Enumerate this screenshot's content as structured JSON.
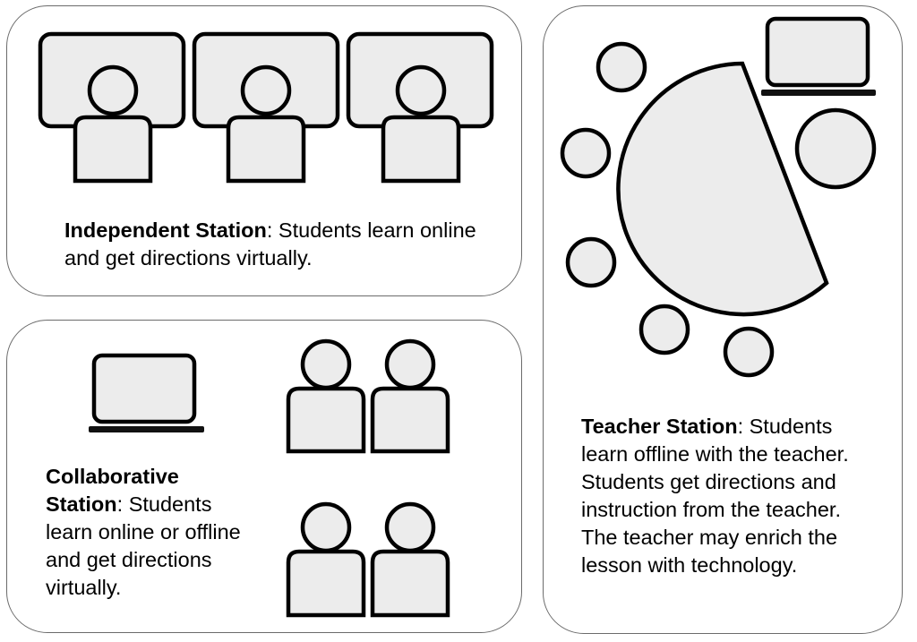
{
  "independent": {
    "title": "Independent Station",
    "description": ": Students learn online and get directions virtually."
  },
  "collaborative": {
    "title": "Collaborative Station",
    "description": ": Students learn online or offline and get directions virtually."
  },
  "teacher": {
    "title": "Teacher Station",
    "description": ": Students learn offline with the teacher. Students get directions and instruction from the teacher. The teacher may enrich the lesson with technology."
  },
  "icons": {
    "monitor": "monitor-icon",
    "student": "student-icon",
    "laptop": "laptop-icon",
    "table": "half-round-table-icon",
    "seat": "seat-icon"
  },
  "colors": {
    "fill": "#ececec",
    "stroke": "#000000",
    "panel_border": "#6b6b6b"
  }
}
